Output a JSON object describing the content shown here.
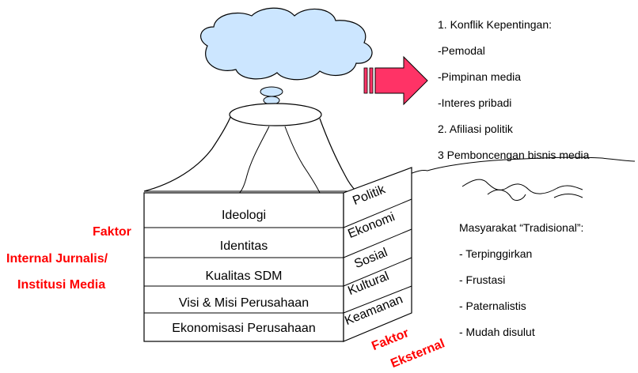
{
  "internal_factor": {
    "line1": "Faktor",
    "line2": "Internal Jurnalis/",
    "line3": "Institusi Media"
  },
  "internal_rows": [
    "Ideologi",
    "Identitas",
    "Kualitas SDM",
    "Visi & Misi Perusahaan",
    "Ekonomisasi Perusahaan"
  ],
  "side_rows": [
    "Politik",
    "Ekonomi",
    "Sosial",
    "Kultural",
    "Keamanan"
  ],
  "external_factor": {
    "line1": "Faktor",
    "line2": "Eksternal"
  },
  "conflict_list": [
    "1. Konflik Kepentingan:",
    "-Pemodal",
    "-Pimpinan media",
    "-Interes pribadi",
    "2. Afiliasi politik",
    "3 Pemboncengan bisnis media"
  ],
  "society_title": "Masyarakat “Tradisional”:",
  "society_list": [
    "- Terpinggirkan",
    "- Frustasi",
    "- Paternalistis",
    "- Mudah disulut"
  ],
  "colors": {
    "cloud": "#cce6ff",
    "arrow": "#ff3366",
    "accent_text": "#ff0000"
  }
}
